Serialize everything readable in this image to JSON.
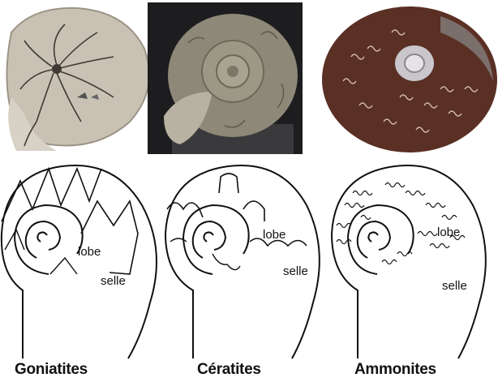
{
  "columns": [
    {
      "caption": "Goniatites",
      "lobe_label": "lobe",
      "selle_label": "selle"
    },
    {
      "caption": "Cératites",
      "lobe_label": "lobe",
      "selle_label": "selle"
    },
    {
      "caption": "Ammonites",
      "lobe_label": "lobe",
      "selle_label": "selle"
    }
  ],
  "colors": {
    "line": "#111111",
    "photo1_bg": "#cfc8ba",
    "photo2_bg": "#1d1d1f",
    "photo3_shell": "#5a2f24"
  }
}
